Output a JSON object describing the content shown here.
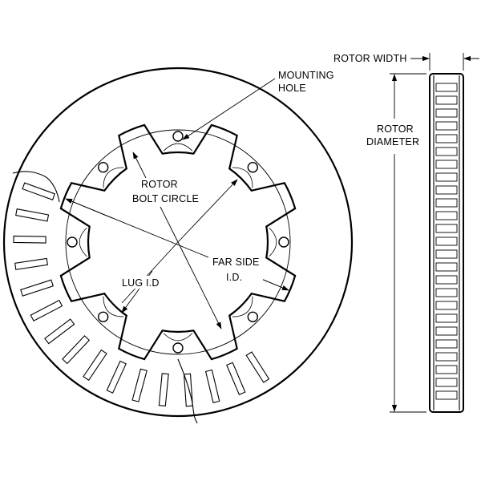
{
  "labels": {
    "mounting_hole": [
      "MOUNTING",
      "HOLE"
    ],
    "rotor_width": "ROTOR WIDTH",
    "rotor_diameter": [
      "ROTOR",
      "DIAMETER"
    ],
    "rotor_bolt_circle": [
      "ROTOR",
      "BOLT CIRCLE"
    ],
    "far_side_id": [
      "FAR SIDE",
      "I.D."
    ],
    "lug_id": "LUG I.D"
  },
  "rotor": {
    "lug_count": 8,
    "vane_slot_count": 16
  },
  "colors": {
    "ink": "#000000",
    "background": "#ffffff"
  }
}
